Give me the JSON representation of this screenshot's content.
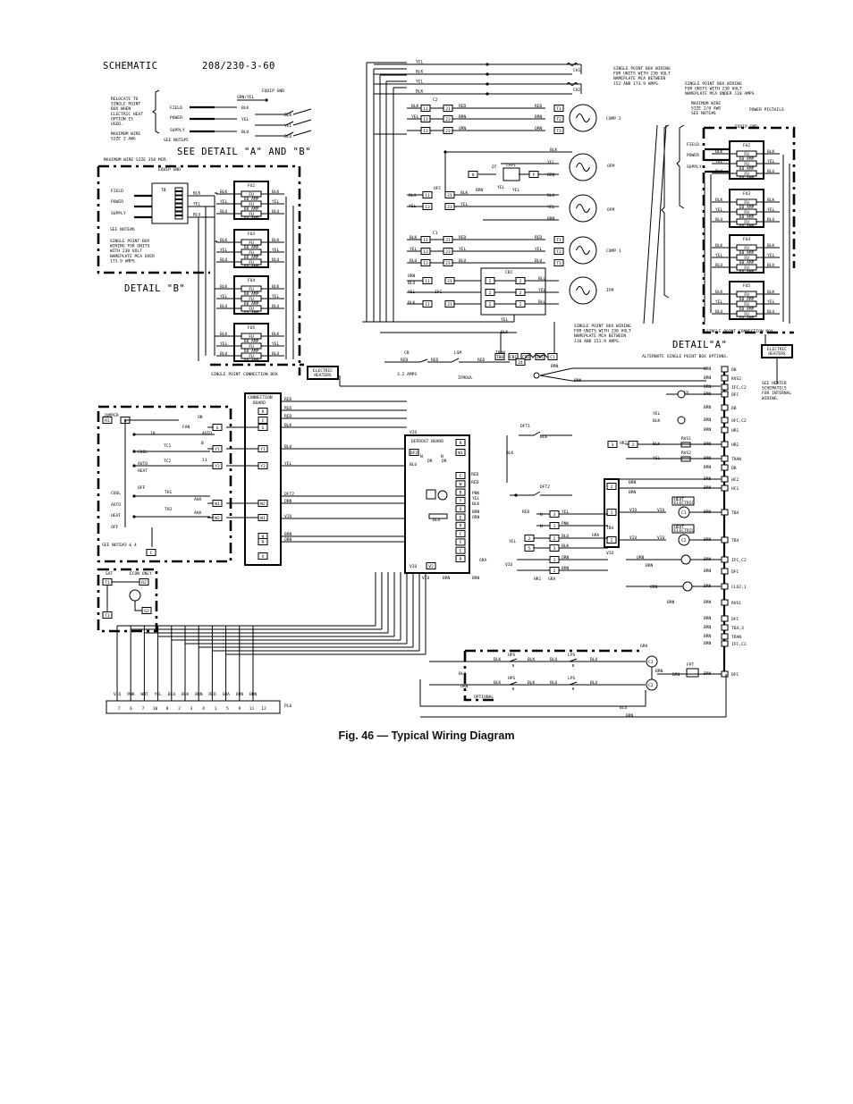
{
  "schematic": {
    "title": "SCHEMATIC",
    "voltage": "208/230-3-60",
    "caption": "Fig. 46 — Typical Wiring Diagram",
    "see_detail": "SEE DETAIL \"A\" AND \"B\"",
    "detail_a": "DETAIL\"A\"",
    "detail_b": "DETAIL \"B\"",
    "relocate_note": [
      "RELOCATE TO",
      "SINGLE POINT",
      "BOX WHEN",
      "ELECTRIC HEAT",
      "OPTION IS",
      "USED."
    ],
    "max_wire_2": [
      "MAXIMUM WIRE",
      "SIZE 2 AWG"
    ],
    "see_note5": "SEE NOTE#5",
    "see_note6": "SEE NOTE#6",
    "see_note34": "SEE NOTE#3 & 4",
    "equip_gnd": "EQUIP GND",
    "field": "FIELD",
    "power": "POWER",
    "supply": "SUPPLY",
    "max_wire_350": "MAXIMUM WIRE SIZE 350 MCM.",
    "tb": "TB",
    "spb_over": [
      "SINGLE POINT BOX",
      "WIRING FOR UNITS",
      "WITH 230 VOLT",
      "NAMEPLATE MCA OVER",
      "173.9 AMPS."
    ],
    "spb_between_152": [
      "SINGLE POINT BOX WIRING",
      "FOR UNITS WITH 230 VOLT",
      "NAMEPLATE MCA BETWEEN",
      "152 AND 173.9 AMPS."
    ],
    "spb_under_110": [
      "SINGLE POINT BOX WIRING",
      "FOR UNITS WITH 230 VOLT",
      "NAMEPLATE MCA UNDER 110 AMPS."
    ],
    "spb_between_110": [
      "SINGLE POINT BOX WIRING",
      "FOR UNITS WITH 230 VOLT",
      "NAMEPLATE MCA BETWEEN",
      "110 AND 151.9 AMPS."
    ],
    "max_wire_2_0": [
      "MAXIMUM WIRE",
      "SIZE 2/0 AWG",
      "SEE NOTE#6"
    ],
    "power_pigtails": "POWER PIGTAILS",
    "spcb": "SINGLE POINT CONNECTION BOX",
    "alt_spb": "ALTERNATE SINGLE POINT BOX OPTIONS.",
    "electric_heaters": [
      "ELECTRIC",
      "HEATERS"
    ],
    "see_heater": [
      "SEE HEATER",
      "SCHEMATICS",
      "FOR INTERNAL",
      "WIRING."
    ],
    "fuses": [
      "FU2",
      "FU3",
      "FU4",
      "FU5"
    ],
    "amp": "60 AMP",
    "fu": "FU",
    "comp2": "COMP 2",
    "comp1": "COMP 1",
    "ofm": "OFM",
    "ifm": "IFM",
    "ch1": "CH1",
    "ch2": "CH2",
    "c2": "C2",
    "c1": "C1",
    "ofc": "OFC",
    "ifc": "IFC",
    "qt": "QT",
    "cap1": "CAP1",
    "cb1": "CB1",
    "cb": "CB",
    "amps32": "3.2 AMPS",
    "lsm": "LSM",
    "tran": "TRAN",
    "ifmovl": "IFMOVL",
    "connection_board": [
      "CONNECTION",
      "BOARD"
    ],
    "defrost_board": "DEFROST BOARD",
    "jumper": "JUMPER",
    "fan": "FAN",
    "on": "ON",
    "auto": "AUTO",
    "cool": "COOL",
    "heat": "HEAT",
    "off": "OFF",
    "tc1": "TC1",
    "tc2": "TC2",
    "th1": "TH1",
    "th2": "TH2",
    "aha": "AHA",
    "sat": "SAT",
    "econ_only": "ECON ONLY",
    "dft1": "DFT1",
    "dft2": "DFT2",
    "hr1": "HR1",
    "hr2": "HR2",
    "hps": "HPS",
    "lps": "LPS",
    "fpt": "FPT",
    "optional": "OPTIONAL",
    "pl6": "PL6",
    "tb4": "TB4",
    "heat_electric": [
      "HEAT",
      "ELECTRIC"
    ],
    "rvs1": "RVS1",
    "rvs2": "RVS2",
    "right_column": [
      "DB",
      "RVS2",
      "IFC,C2",
      "DFC",
      "DB",
      "OFC,C2",
      "HR1",
      "HR2",
      "TRAN",
      "DB",
      "HC2",
      "HC1",
      "TB4",
      "TB4",
      "IFC,C2",
      "DFC",
      "CLO2,1",
      "RVS1",
      "DFC",
      "TB4,3",
      "TRAN",
      "IFC,C2",
      "DFC"
    ],
    "pl6_colors": [
      "VIO",
      "PNK",
      "WHT",
      "YEL",
      "BLU",
      "BLK",
      "BRN",
      "RED",
      "GRA",
      "ORN",
      "BRN"
    ],
    "pl6_pins": [
      "7",
      "6",
      "7",
      "10",
      "8",
      "2",
      "3",
      "4",
      "1",
      "5",
      "9",
      "11",
      "12"
    ],
    "wire": {
      "blk": "BLK",
      "yel": "YEL",
      "blu": "BLU",
      "red": "RED",
      "brn": "BRN",
      "orn": "ORN",
      "vio": "VIO",
      "pnk": "PNK",
      "gra": "GRA",
      "grn_yel": "GRN/YEL"
    }
  }
}
